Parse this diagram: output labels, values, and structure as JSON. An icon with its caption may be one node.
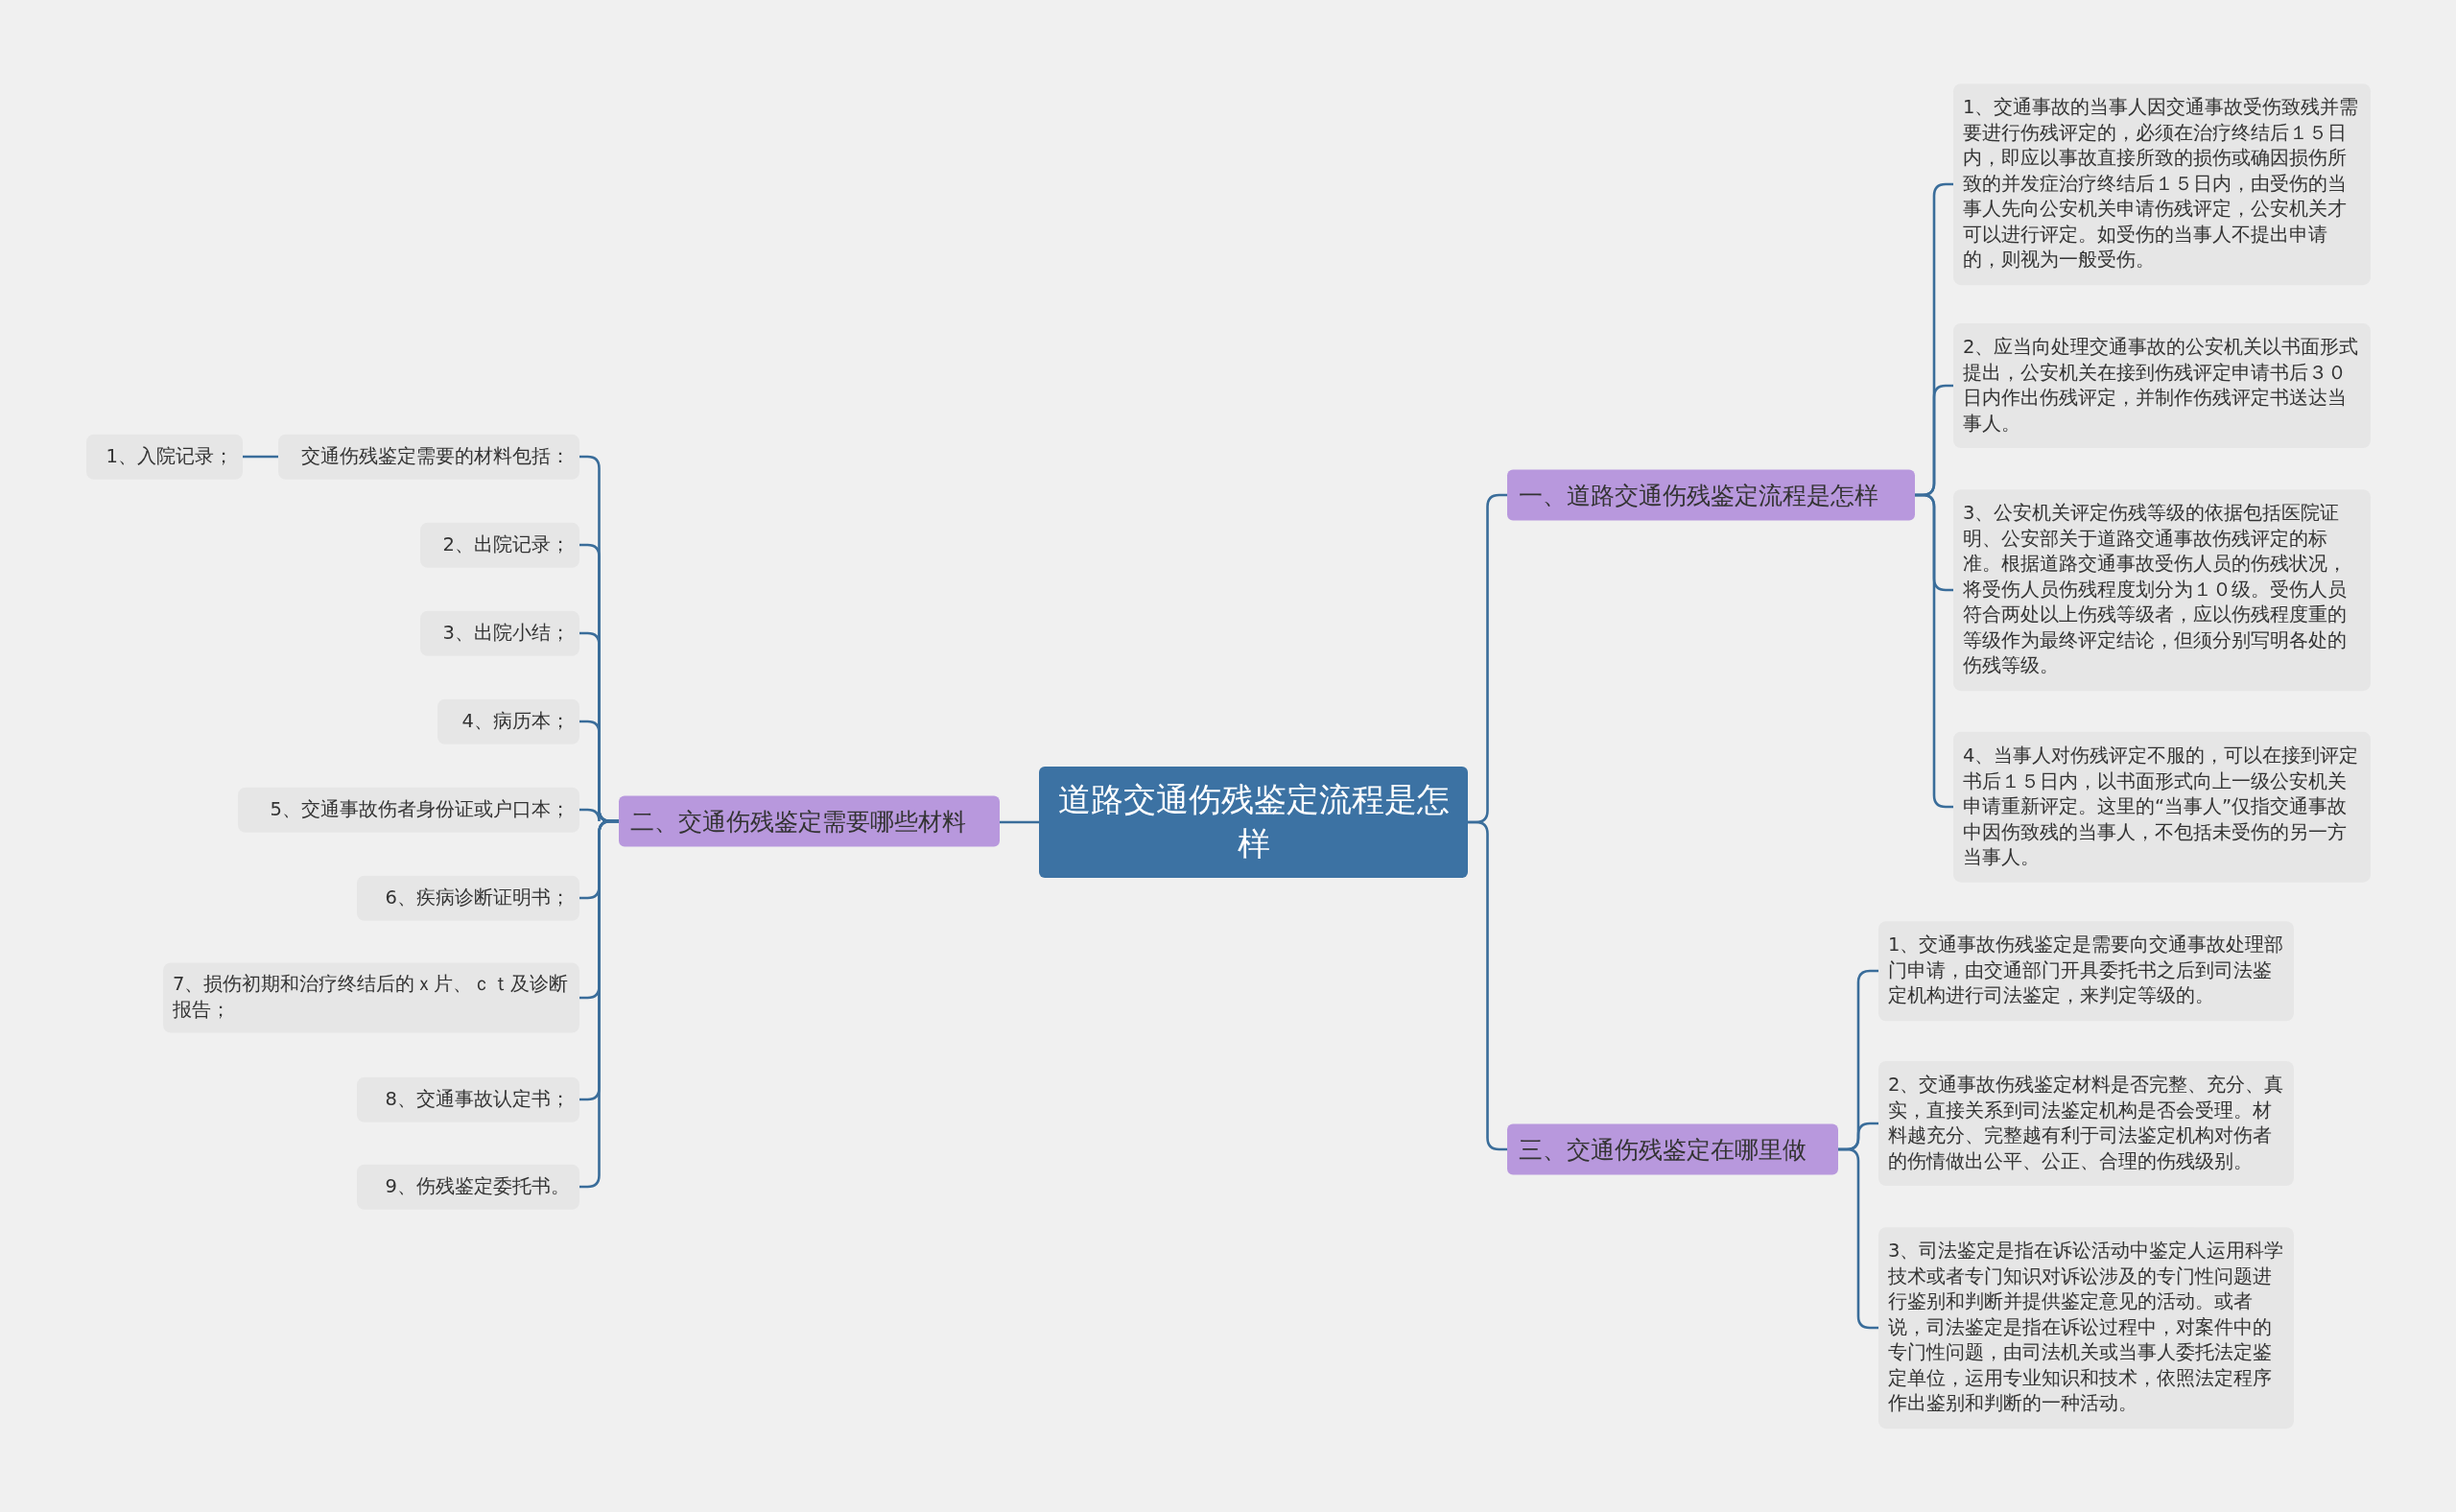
{
  "diagram": {
    "nodes": [
      {
        "text": [
          "道路交通伤残鉴定流程是怎样"
        ]
      },
      {
        "text": [
          "一、道路交通伤残鉴定流程是怎样"
        ]
      },
      {
        "text": [
          "1、交通事故的当事人因交通事故受伤致残并需要进行伤残评定的，必须在治疗终结后１５日内，即应以事故直接所致的损伤或确因损伤所致的并发症治疗终结后１５日内，由受伤的当事人先向公安机关申请伤残评定，公安机关才可以进行评定。如受伤的当事人不提出申请的，则视为一般受伤。"
        ]
      },
      {
        "text": [
          "2、应当向处理交通事故的公安机关以书面形式提出，公安机关在接到伤残评定申请书后３０日内作出伤残评定，并制作伤残评定书送达当事人。"
        ]
      },
      {
        "text": [
          "3、公安机关评定伤残等级的依据包括医院证明、公安部关于道路交通事故伤残评定的标准。根据道路交通事故受伤人员的伤残状况，将受伤人员伤残程度划分为１０级。受伤人员符合两处以上伤残等级者，应以伤残程度重的等级作为最终评定结论，但须分别写明各处的伤残等级。"
        ]
      },
      {
        "text": [
          "4、当事人对伤残评定不服的，可以在接到评定书后１５日内，以书面形式向上一级公安机关申请重新评定。这里的“当事人”仅指交通事故中因伤致残的当事人，不包括未受伤的另一方当事人。"
        ]
      },
      {
        "text": [
          "二、交通伤残鉴定需要哪些材料"
        ]
      },
      {
        "text": [
          "交通伤残鉴定需要的材料包括："
        ]
      },
      {
        "text": [
          "1、入院记录；"
        ]
      },
      {
        "text": [
          "2、出院记录；"
        ]
      },
      {
        "text": [
          "3、出院小结；"
        ]
      },
      {
        "text": [
          "4、病历本；"
        ]
      },
      {
        "text": [
          "5、交通事故伤者身份证或户口本；"
        ]
      },
      {
        "text": [
          "6、疾病诊断证明书；"
        ]
      },
      {
        "text": [
          "7、损伤初期和治疗终结后的ｘ片、ｃｔ及诊断报告；"
        ]
      },
      {
        "text": [
          "8、交通事故认定书；"
        ]
      },
      {
        "text": [
          "9、伤残鉴定委托书。"
        ]
      },
      {
        "text": [
          "三、交通伤残鉴定在哪里做"
        ]
      },
      {
        "text": [
          "1、交通事故伤残鉴定是需要向交通事故处理部门申请，由交通部门开具委托书之后到司法鉴定机构进行司法鉴定，来判定等级的。"
        ]
      },
      {
        "text": [
          "2、交通事故伤残鉴定材料是否完整、充分、真实，直接关系到司法鉴定机构是否会受理。材料越充分、完整越有利于司法鉴定机构对伤者的伤情做出公平、公正、合理的伤残级别。"
        ]
      },
      {
        "text": [
          "3、司法鉴定是指在诉讼活动中鉴定人运用科学技术或者专门知识对诉讼涉及的专门性问题进行鉴别和判断并提供鉴定意见的活动。或者说，司法鉴定是指在诉讼过程中，对案件中的专门性问题，由司法机关或当事人委托法定鉴定单位，运用专业知识和技术，依照法定程序作出鉴别和判断的一种活动。"
        ]
      }
    ],
    "edges": [
      {
        "from": 0,
        "to": 1,
        "arrow": "none"
      },
      {
        "from": 1,
        "to": 2,
        "arrow": "none"
      },
      {
        "from": 1,
        "to": 3,
        "arrow": "none"
      },
      {
        "from": 1,
        "to": 4,
        "arrow": "none"
      },
      {
        "from": 1,
        "to": 5,
        "arrow": "none"
      },
      {
        "from": 0,
        "to": 6,
        "arrow": "none"
      },
      {
        "from": 6,
        "to": 7,
        "arrow": "none"
      },
      {
        "from": 7,
        "to": 8,
        "arrow": "none"
      },
      {
        "from": 6,
        "to": 9,
        "arrow": "none"
      },
      {
        "from": 6,
        "to": 10,
        "arrow": "none"
      },
      {
        "from": 6,
        "to": 11,
        "arrow": "none"
      },
      {
        "from": 6,
        "to": 12,
        "arrow": "none"
      },
      {
        "from": 6,
        "to": 13,
        "arrow": "none"
      },
      {
        "from": 6,
        "to": 14,
        "arrow": "none"
      },
      {
        "from": 6,
        "to": 15,
        "arrow": "none"
      },
      {
        "from": 6,
        "to": 16,
        "arrow": "none"
      },
      {
        "from": 0,
        "to": 17,
        "arrow": "none"
      },
      {
        "from": 17,
        "to": 18,
        "arrow": "none"
      },
      {
        "from": 17,
        "to": 19,
        "arrow": "none"
      },
      {
        "from": 17,
        "to": 20,
        "arrow": "none"
      }
    ]
  }
}
